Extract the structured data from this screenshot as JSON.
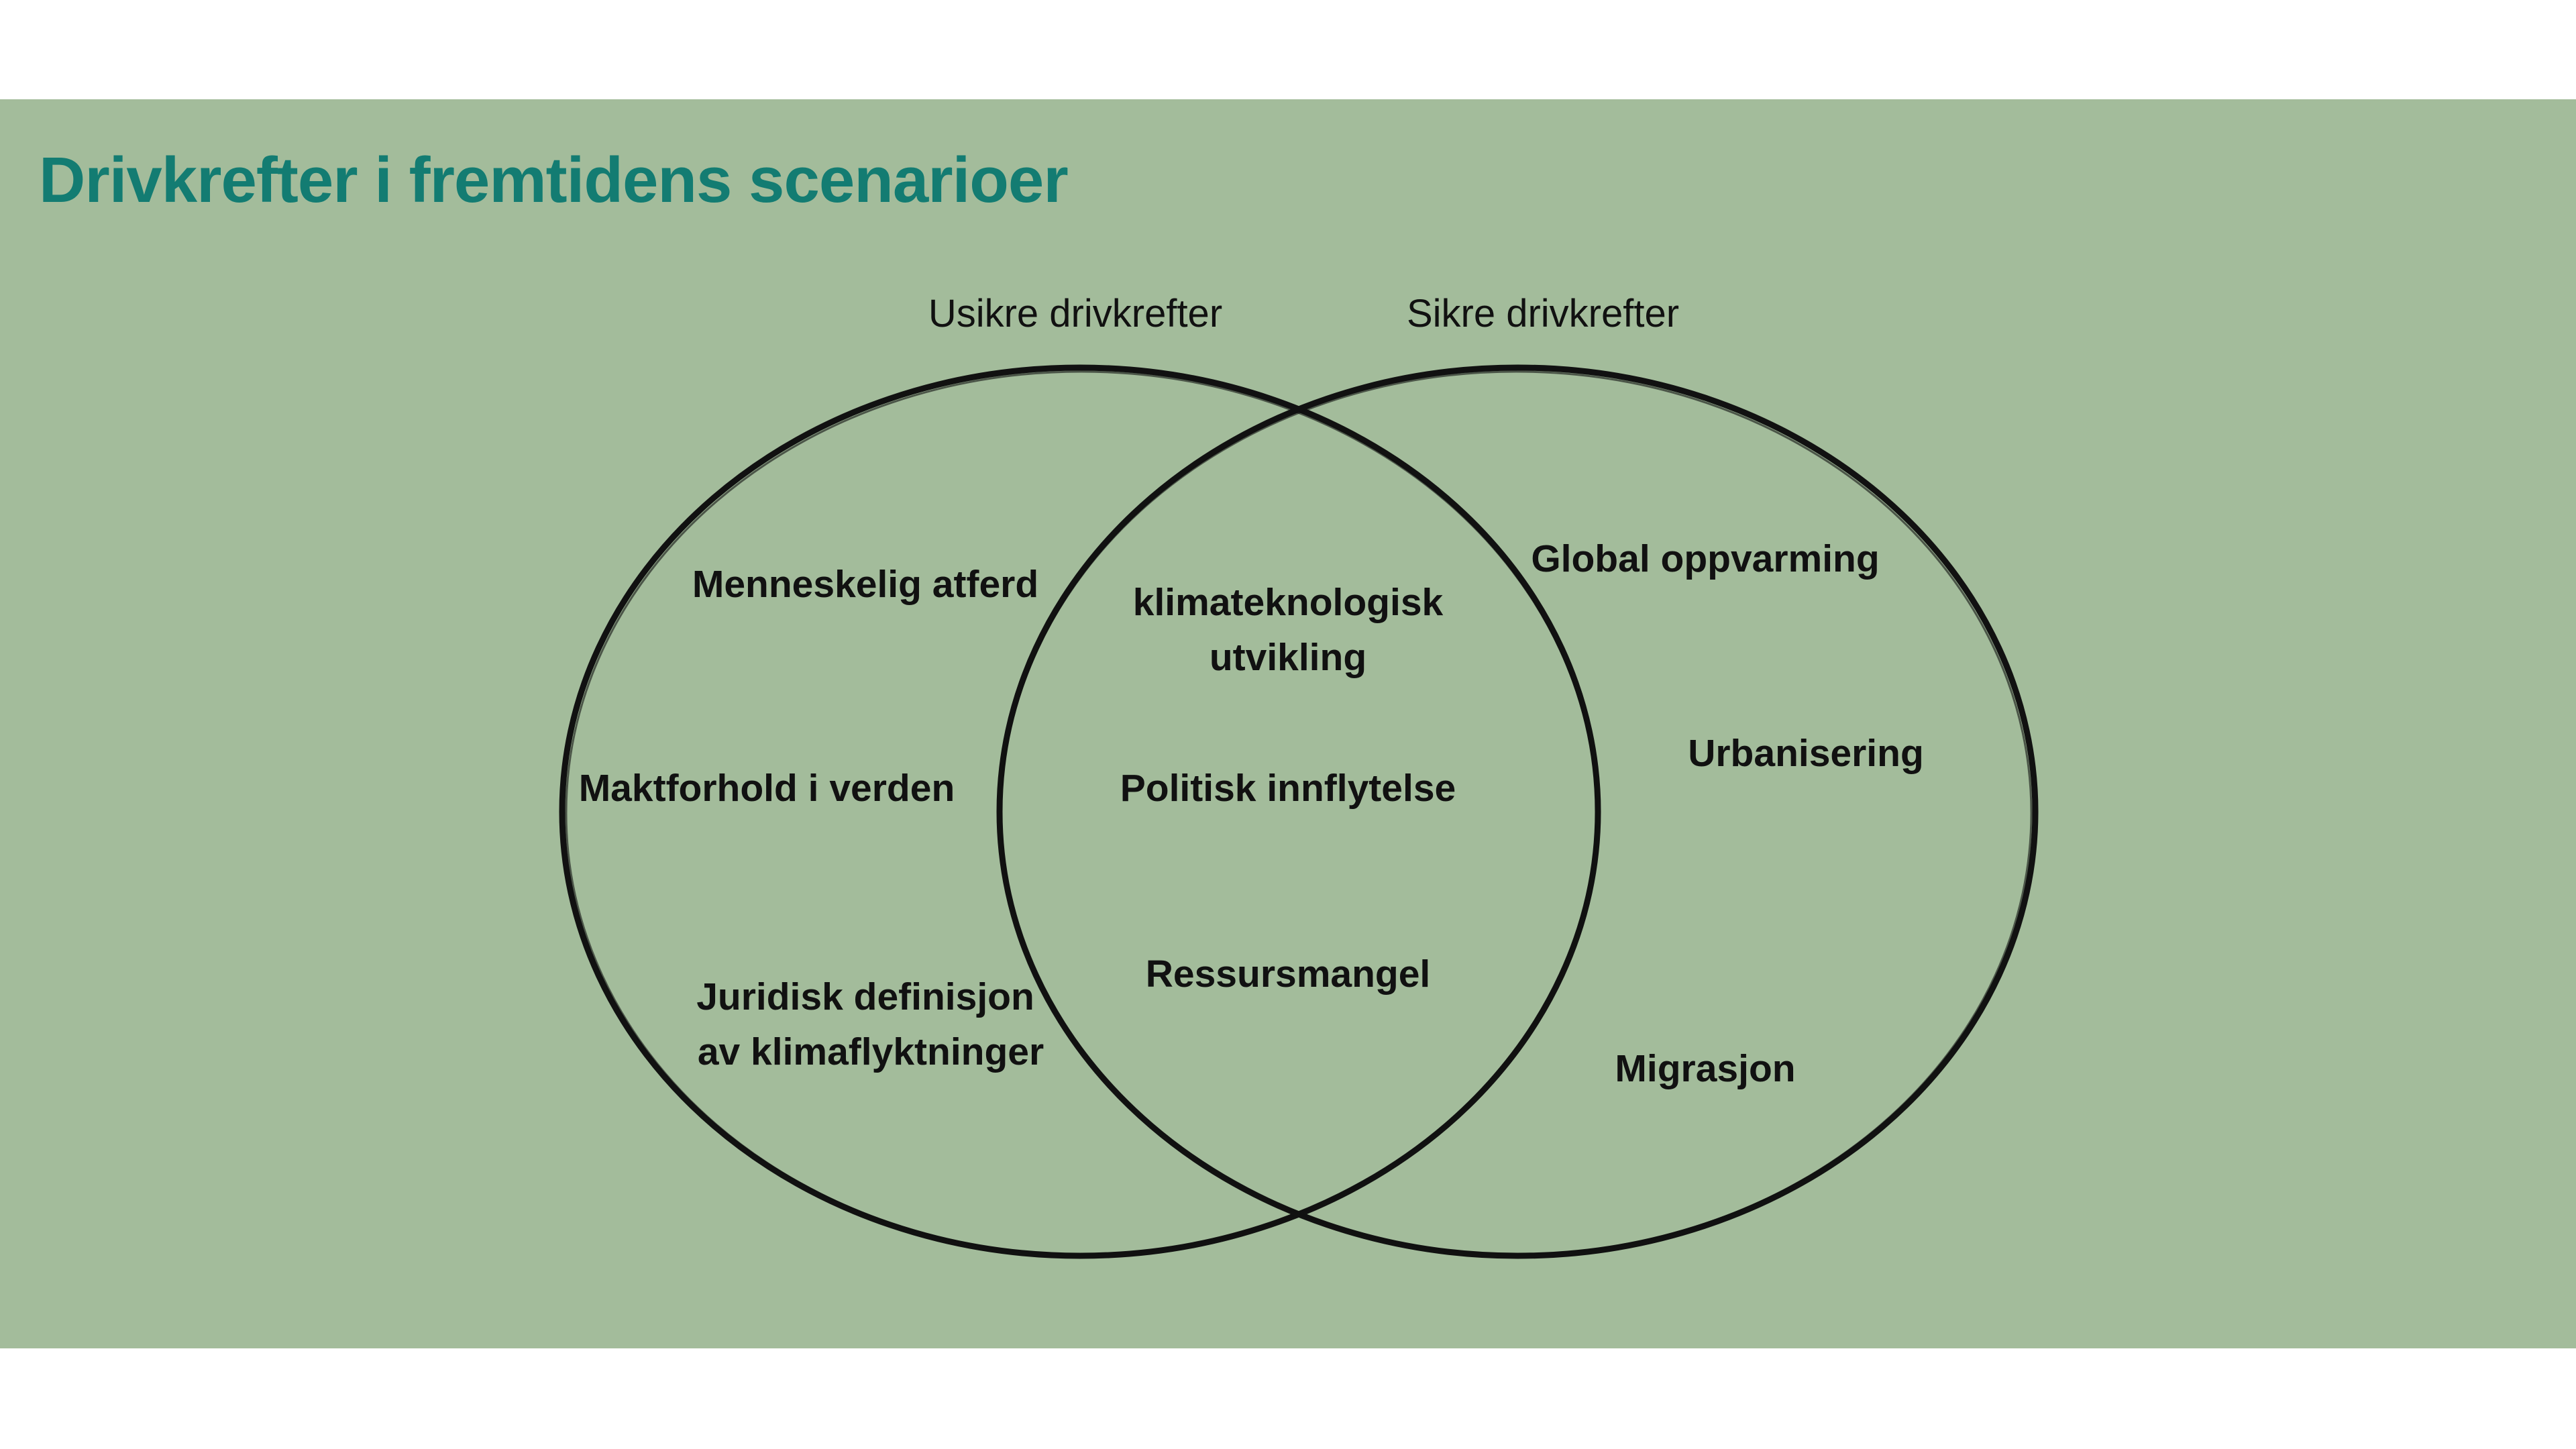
{
  "title": "Drivkrefter i fremtidens scenarioer",
  "colors": {
    "background_band": "#a3bc9b",
    "title": "#137c72",
    "stroke": "#111111"
  },
  "sets": [
    {
      "label": "Usikre drivkrefter"
    },
    {
      "label": "Sikre drivkrefter"
    }
  ],
  "items": {
    "uncertain": {
      "menneskelig_atferd": "Menneskelig atferd",
      "maktforhold": "Maktforhold i verden",
      "juridisk_line1": "Juridisk definisjon",
      "juridisk_line2": "av klimaflyktninger"
    },
    "overlap": {
      "klimateknologisk_line1": "klimateknologisk",
      "klimateknologisk_line2": "utvikling",
      "politisk": "Politisk innflytelse",
      "ressursmangel": "Ressursmangel"
    },
    "certain": {
      "global_oppvarming": "Global oppvarming",
      "urbanisering": "Urbanisering",
      "migrasjon": "Migrasjon"
    }
  }
}
